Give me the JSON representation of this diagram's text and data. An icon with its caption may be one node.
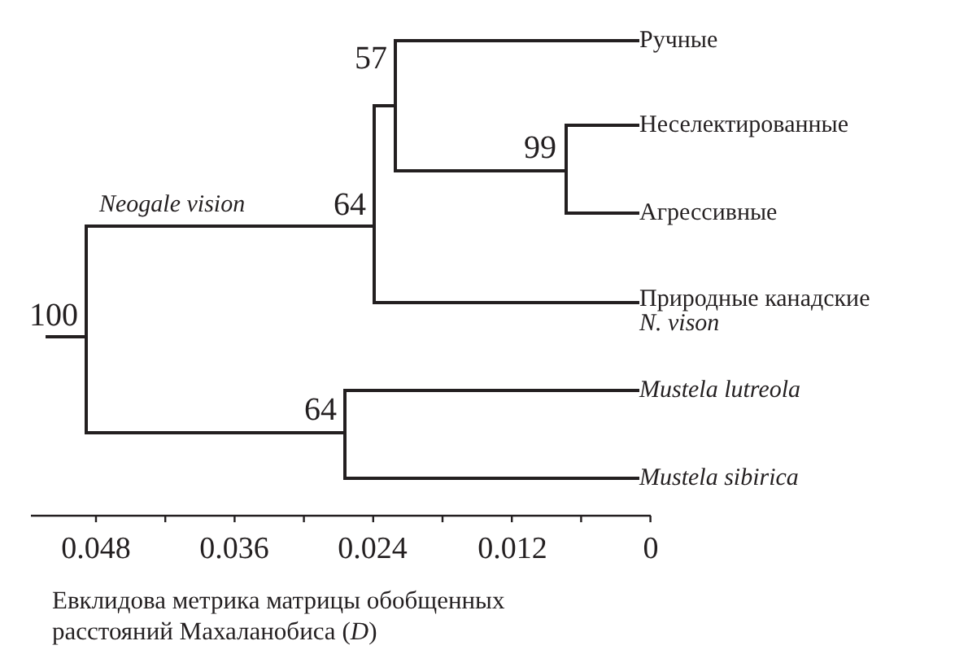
{
  "diagram": {
    "nodes": [
      {
        "text": [],
        "shape": "bar",
        "beside": [
          "100"
        ]
      },
      {
        "text": [],
        "shape": "bar",
        "beside": [
          "64"
        ]
      },
      {
        "text": [],
        "shape": "bar",
        "beside": [
          "57"
        ]
      },
      {
        "text": [
          "Ручные"
        ]
      },
      {
        "text": [],
        "shape": "bar",
        "beside": [
          "99"
        ]
      },
      {
        "text": [
          "Неселектированные"
        ]
      },
      {
        "text": [
          "Агрессивные"
        ]
      },
      {
        "text": [
          "Природные канадские *N. vison*"
        ]
      },
      {
        "text": [],
        "shape": "bar",
        "beside": [
          "64"
        ]
      },
      {
        "text": [
          "Mustela lutreola"
        ]
      },
      {
        "text": [
          "Mustela sibirica"
        ]
      }
    ],
    "edges": [
      {
        "from": null,
        "to": 0,
        "arrow": "none"
      },
      {
        "from": 0,
        "to": 1,
        "arrow": "none",
        "label": "Neogale vision"
      },
      {
        "from": 1,
        "to": 2,
        "arrow": "none"
      },
      {
        "from": 2,
        "to": 3,
        "arrow": "none"
      },
      {
        "from": 2,
        "to": 4,
        "arrow": "none"
      },
      {
        "from": 4,
        "to": 5,
        "arrow": "none"
      },
      {
        "from": 4,
        "to": 6,
        "arrow": "none"
      },
      {
        "from": 1,
        "to": 7,
        "arrow": "none"
      },
      {
        "from": 0,
        "to": 8,
        "arrow": "none"
      },
      {
        "from": 8,
        "to": 9,
        "arrow": "none"
      },
      {
        "from": 8,
        "to": 10,
        "arrow": "none"
      }
    ],
    "labels": [
      "0.048",
      "0.036",
      "0.024",
      "0.012",
      "0",
      "Евклидова метрика матрицы обобщенных расстояний Махаланобиса (*D*)"
    ]
  }
}
